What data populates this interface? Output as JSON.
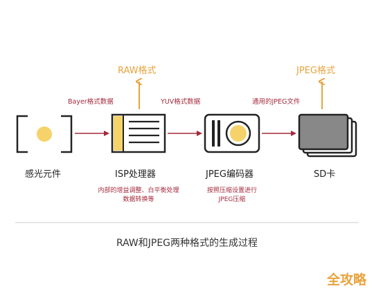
{
  "outputs": {
    "raw": "RAW格式",
    "jpeg": "JPEG格式"
  },
  "flows": {
    "bayer": "Bayer格式数据",
    "yuv": "YUV格式数据",
    "jpeg_file": "通用的JPEG文件"
  },
  "nodes": {
    "sensor": "感光元件",
    "isp": "ISP处理器",
    "encoder": "JPEG编码器",
    "sd": "SD卡"
  },
  "notes": {
    "isp_line1": "内部的增益调整、白平衡处理",
    "isp_line2": "数据转换等",
    "encoder_line1": "按照压缩设置进行",
    "encoder_line2": "JPEG压缩"
  },
  "caption": "RAW和JPEG两种格式的生成过程",
  "watermark": "全攻略",
  "colors": {
    "orange": "#e8a33c",
    "red": "#a32a3c",
    "box": "#222222",
    "accent_yellow": "#f5d36a"
  }
}
